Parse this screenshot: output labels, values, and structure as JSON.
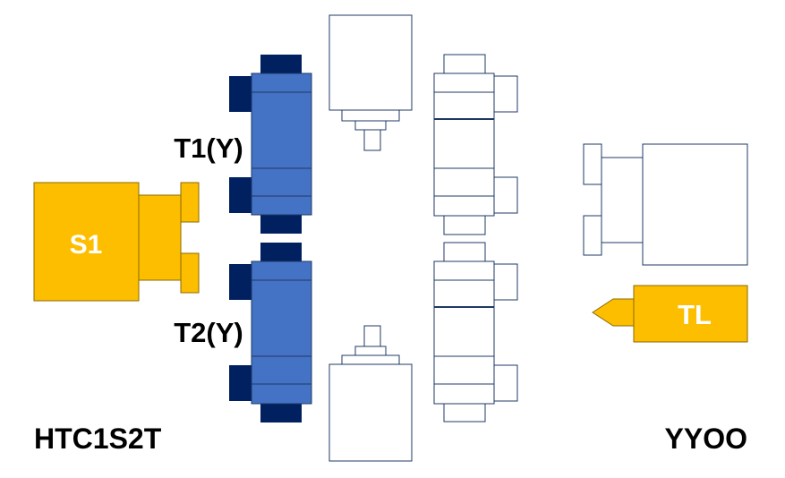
{
  "labels": {
    "spindle": "S1",
    "turret_1": "T1(Y)",
    "turret_2": "T2(Y)",
    "tailstock": "TL",
    "model_left": "HTC1S2T",
    "model_right": "YYOO"
  },
  "colors": {
    "gold": "#FDBE00",
    "gold_edge": "#8A6A00",
    "blue": "#4472C4",
    "navy": "#002060",
    "outline": "#1F3864",
    "white": "#FFFFFF",
    "text_dark": "#000000"
  }
}
